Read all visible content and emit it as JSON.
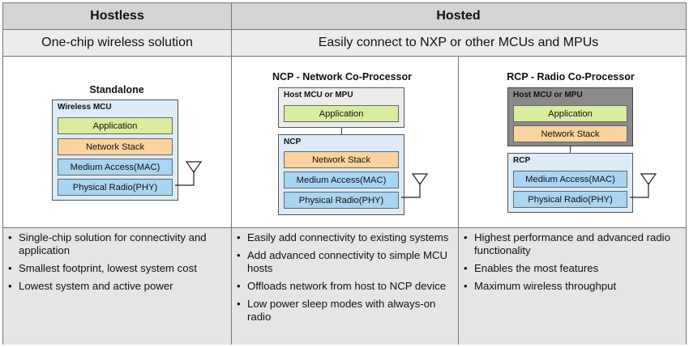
{
  "header": {
    "hostless": "Hostless",
    "hosted": "Hosted"
  },
  "subheader": {
    "hostless": "One-chip wireless solution",
    "hosted": "Easily connect to NXP or other MCUs and MPUs"
  },
  "diagrams": {
    "standalone": {
      "title": "Standalone",
      "box_label": "Wireless MCU",
      "layers": [
        "Application",
        "Network Stack",
        "Medium Access(MAC)",
        "Physical Radio(PHY)"
      ]
    },
    "ncp": {
      "title": "NCP - Network Co-Processor",
      "host_label": "Host MCU or MPU",
      "host_layers": [
        "Application"
      ],
      "device_label": "NCP",
      "device_layers": [
        "Network Stack",
        "Medium Access(MAC)",
        "Physical Radio(PHY)"
      ]
    },
    "rcp": {
      "title": "RCP - Radio Co-Processor",
      "host_label": "Host MCU or MPU",
      "host_layers": [
        "Application",
        "Network Stack"
      ],
      "device_label": "RCP",
      "device_layers": [
        "Medium Access(MAC)",
        "Physical Radio(PHY)"
      ]
    }
  },
  "bullets": {
    "hostless": [
      "Single-chip solution for connectivity and application",
      "Smallest footprint, lowest system cost",
      "Lowest system and active power"
    ],
    "ncp": [
      "Easily add connectivity to existing systems",
      "Add advanced connectivity to simple MCU hosts",
      "Offloads network from host to NCP device",
      "Low power sleep modes with always-on radio"
    ],
    "rcp": [
      "Highest performance and advanced radio functionality",
      "Enables the most features",
      "Maximum wireless throughput"
    ]
  },
  "colors": {
    "application": "#d9ec9f",
    "network_stack": "#fbd39e",
    "mac_phy": "#a8d5f2",
    "wireless_box": "#dcebf7",
    "host_box_ncp": "#ececec",
    "host_box_rcp": "#8a8a8a"
  }
}
